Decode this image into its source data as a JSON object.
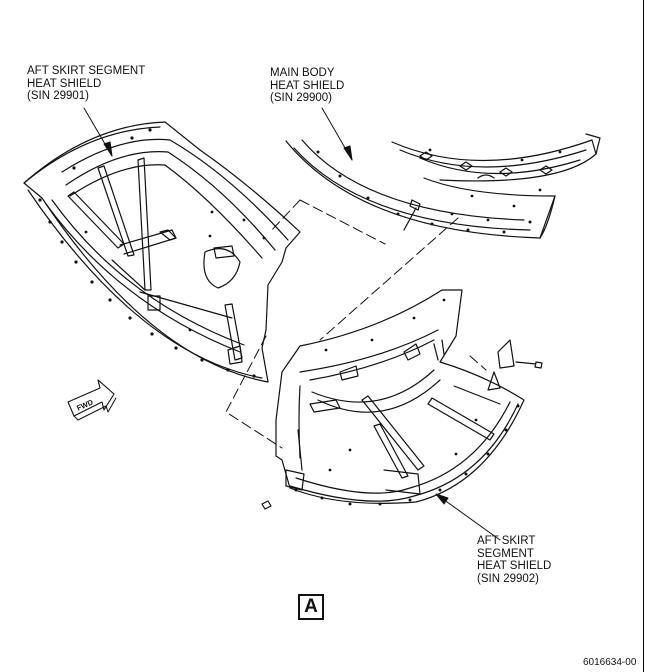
{
  "labels": {
    "aft_skirt_1": [
      "AFT SKIRT SEGMENT",
      "HEAT SHIELD",
      "(SIN 29901)"
    ],
    "main_body": [
      "MAIN BODY",
      "HEAT SHIELD",
      "(SIN 29900)"
    ],
    "aft_skirt_2": [
      "AFT SKIRT",
      "SEGMENT",
      "HEAT SHIELD",
      "(SIN 29902)"
    ]
  },
  "direction_arrow": "FWD",
  "view_label": "A",
  "figure_id": "6016634-00",
  "colors": {
    "ink": "#111111",
    "background": "#ffffff"
  }
}
